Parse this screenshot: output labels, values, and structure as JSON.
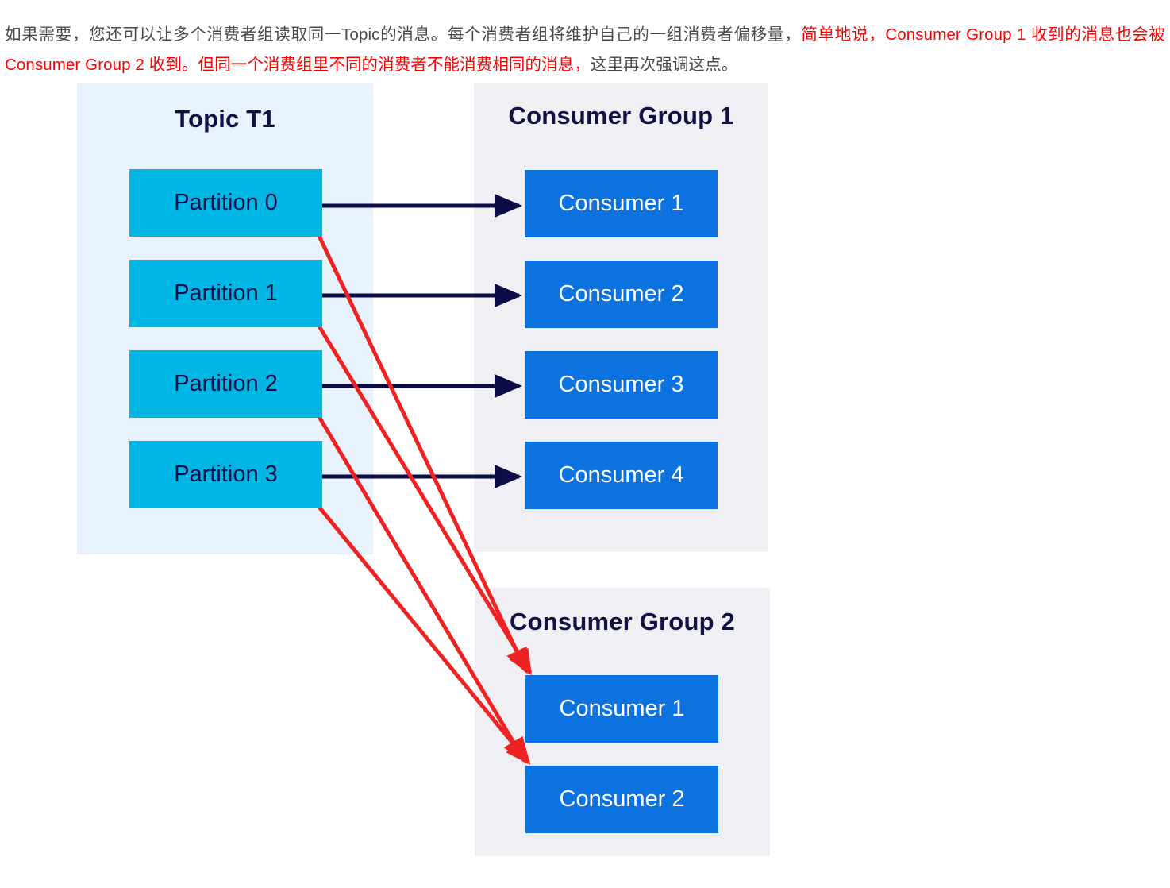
{
  "paragraph": {
    "segments": [
      {
        "text": "如果需要，您还可以让多个消费者组读取同一Topic的消息。每个消费者组将维护自己的一组消费者偏移量，",
        "highlight": false
      },
      {
        "text": "简单地说，Consumer Group 1 收到的消息也会被Consumer Group 2 收到。但同一个消费组里不同的消费者不能消费相同的消息，",
        "highlight": true
      },
      {
        "text": "这里再次强调这点。",
        "highlight": false
      }
    ],
    "full_text": "如果需要，您还可以让多个消费者组读取同一Topic的消息。每个消费者组将维护自己的一组消费者偏移量，简单地说，Consumer Group 1 收到的消息也会被Consumer Group 2 收到。但同一个消费组里不同的消费者不能消费相同的消息，这里再次强调这点。",
    "body_color": "#4a4a4a",
    "highlight_color": "#ff0000"
  },
  "diagram": {
    "type": "kafka-consumer-groups",
    "colors": {
      "topic_panel_bg": "#e8f2fd",
      "group_panel_bg": "#f0eff3",
      "partition_fill": "#00b6e4",
      "partition_text": "#0c0c46",
      "consumer_fill": "#0c72e0",
      "consumer_text": "#ffffff",
      "title_text": "#111144",
      "arrow_primary": "#0c0c46",
      "arrow_secondary": "#ee2222"
    },
    "topic_panel": {
      "title": "Topic T1",
      "partitions": [
        {
          "label": "Partition 0"
        },
        {
          "label": "Partition 1"
        },
        {
          "label": "Partition 2"
        },
        {
          "label": "Partition 3"
        }
      ]
    },
    "consumer_group_1": {
      "title": "Consumer Group 1",
      "consumers": [
        {
          "label": "Consumer 1"
        },
        {
          "label": "Consumer 2"
        },
        {
          "label": "Consumer 3"
        },
        {
          "label": "Consumer 4"
        }
      ]
    },
    "consumer_group_2": {
      "title": "Consumer Group 2",
      "consumers": [
        {
          "label": "Consumer 1"
        },
        {
          "label": "Consumer 2"
        }
      ]
    },
    "connections": {
      "group1": [
        {
          "from": "Partition 0",
          "to": "Consumer 1",
          "color": "#0c0c46"
        },
        {
          "from": "Partition 1",
          "to": "Consumer 2",
          "color": "#0c0c46"
        },
        {
          "from": "Partition 2",
          "to": "Consumer 3",
          "color": "#0c0c46"
        },
        {
          "from": "Partition 3",
          "to": "Consumer 4",
          "color": "#0c0c46"
        }
      ],
      "group2": [
        {
          "from": "Partition 0",
          "to": "Consumer 1",
          "color": "#ee2222"
        },
        {
          "from": "Partition 1",
          "to": "Consumer 1",
          "color": "#ee2222"
        },
        {
          "from": "Partition 2",
          "to": "Consumer 2",
          "color": "#ee2222"
        },
        {
          "from": "Partition 3",
          "to": "Consumer 2",
          "color": "#ee2222"
        }
      ]
    }
  }
}
